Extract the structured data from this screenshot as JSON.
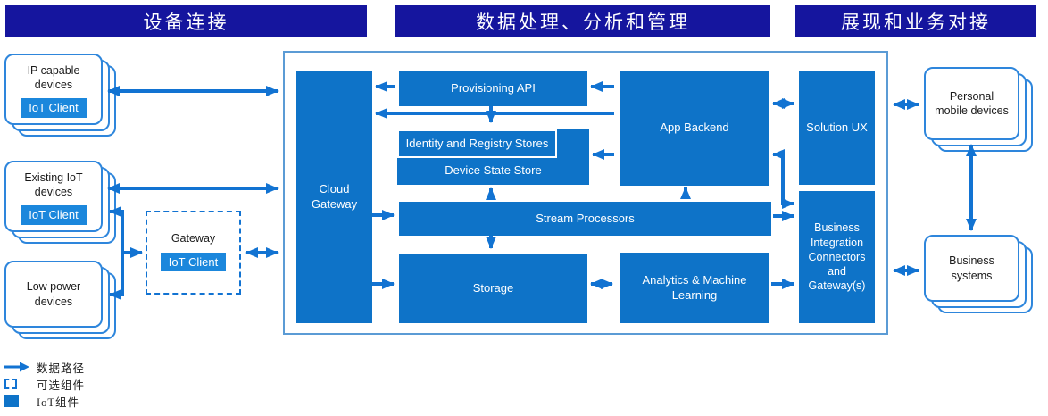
{
  "headers": {
    "device_connection": "设备连接",
    "data_processing": "数据处理、分析和管理",
    "presentation": "展现和业务对接"
  },
  "device_cards": {
    "ip_capable": {
      "title": "IP capable devices",
      "badge": "IoT Client"
    },
    "existing_iot": {
      "title": "Existing IoT devices",
      "badge": "IoT Client"
    },
    "low_power": {
      "title": "Low power devices"
    },
    "gateway": {
      "title": "Gateway",
      "badge": "IoT Client"
    }
  },
  "cloud_blocks": {
    "cloud_gateway": "Cloud Gateway",
    "provisioning_api": "Provisioning API",
    "identity_registry_stores": "Identity and Registry Stores",
    "device_state_store": "Device State Store",
    "stream_processors": "Stream Processors",
    "storage": "Storage",
    "app_backend": "App Backend",
    "analytics_ml": "Analytics & Machine Learning",
    "solution_ux": "Solution UX",
    "business_integration": "Business Integration Connectors and Gateway(s)"
  },
  "right_cards": {
    "personal_mobile": {
      "title": "Personal mobile devices"
    },
    "business_systems": {
      "title": "Business systems"
    }
  },
  "legend": {
    "data_path": "数据路径",
    "optional_component": "可选组件",
    "iot_component": "IoT组件"
  },
  "colors": {
    "header_bg": "#15159E",
    "block_fill": "#0E73C8",
    "badge_fill": "#1B87DC",
    "connector": "#1273D2",
    "card_border": "#2E86DC",
    "container_border": "#5B9BD5"
  }
}
